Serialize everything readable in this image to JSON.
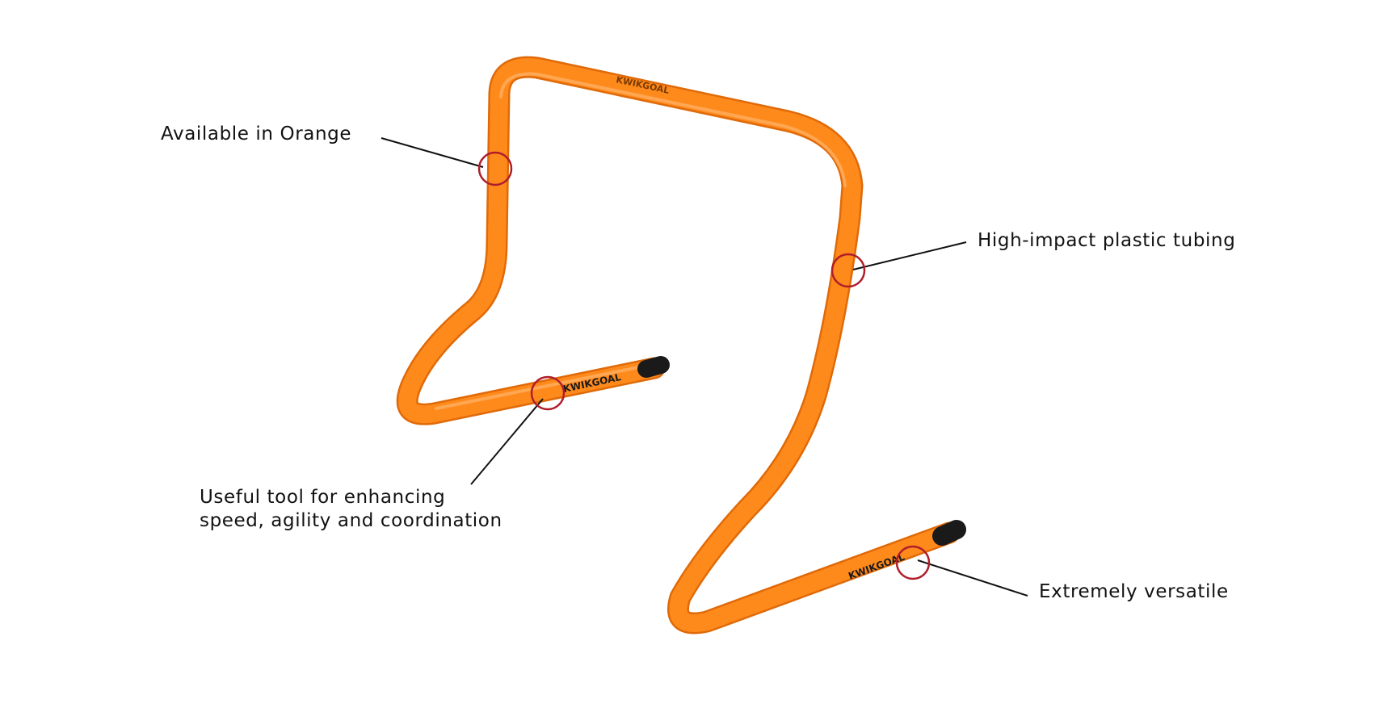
{
  "product": {
    "color": "#ff8a1c",
    "end_cap_color": "#1a1a1a",
    "brand_print": "KWIKGOAL"
  },
  "callout_color": "#b01e2a",
  "callouts": [
    {
      "id": "orange",
      "text": "Available in Orange"
    },
    {
      "id": "tubing",
      "text": "High-impact plastic tubing"
    },
    {
      "id": "useful",
      "line1": "Useful tool for enhancing",
      "line2": "speed, agility and coordination"
    },
    {
      "id": "versatile",
      "text": "Extremely versatile"
    }
  ]
}
